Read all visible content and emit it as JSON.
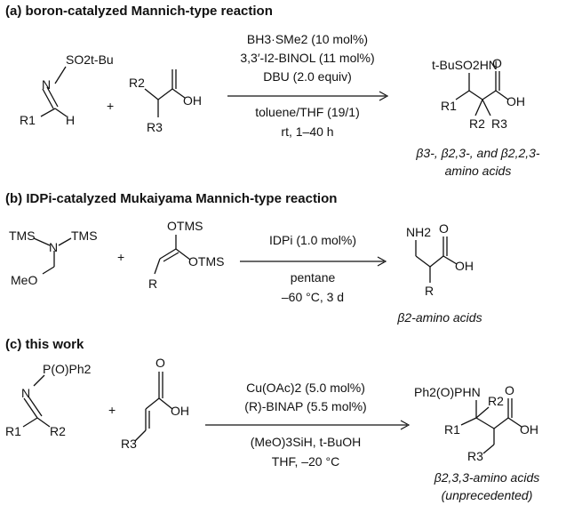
{
  "panels": [
    {
      "heading": "(a) boron-catalyzed Mannich-type reaction",
      "plus": "+",
      "conditions_above": [
        "BH3·SMe2 (10 mol%)",
        "3,3′-I2-BINOL (11 mol%)",
        "DBU (2.0 equiv)"
      ],
      "conditions_below": [
        "toluene/THF (19/1)",
        "rt, 1–40 h"
      ],
      "result": [
        "β3-, β2,3-, and β2,2,3-",
        "amino acids"
      ]
    },
    {
      "heading": "(b) IDPi-catalyzed Mukaiyama Mannich-type reaction",
      "plus": "+",
      "conditions_above": [
        "IDPi (1.0 mol%)"
      ],
      "conditions_below": [
        "pentane",
        "–60 °C, 3 d"
      ],
      "result": [
        "β2-amino acids"
      ]
    },
    {
      "heading": "(c) this work",
      "plus": "+",
      "conditions_above": [
        "Cu(OAc)2 (5.0 mol%)",
        "(R)-BINAP (5.5 mol%)"
      ],
      "conditions_below": [
        "(MeO)3SiH, t-BuOH",
        "THF, –20 °C"
      ],
      "result": [
        "β2,3,3-amino acids",
        "(unprecedented)"
      ]
    }
  ],
  "structure_labels": {
    "a_imine": [
      "SO2t-Bu",
      "N",
      "R1",
      "H"
    ],
    "a_acid": [
      "R2",
      "R3",
      "OH"
    ],
    "a_product": [
      "t-BuSO2HN",
      "O",
      "OH",
      "R1",
      "R2",
      "R3"
    ],
    "b_amine": [
      "TMS",
      "N",
      "TMS",
      "MeO"
    ],
    "b_ketene": [
      "OTMS",
      "OTMS",
      "R"
    ],
    "b_product": [
      "NH2",
      "O",
      "OH",
      "R"
    ],
    "c_imine": [
      "P(O)Ph2",
      "N",
      "R1",
      "R2"
    ],
    "c_acid": [
      "O",
      "OH",
      "R3"
    ],
    "c_product": [
      "Ph2(O)PHN",
      "R2",
      "O",
      "OH",
      "R1",
      "R3"
    ]
  }
}
